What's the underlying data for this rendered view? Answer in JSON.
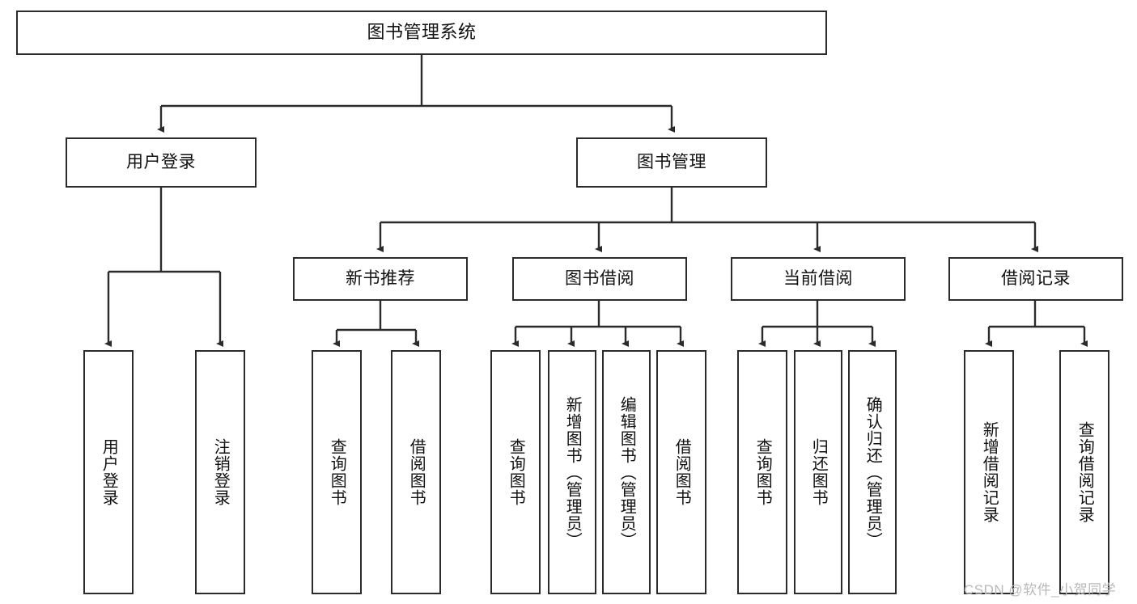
{
  "diagram": {
    "title": "图书管理系统",
    "type": "tree",
    "root": {
      "label": "图书管理系统"
    },
    "level1": [
      {
        "label": "用户登录"
      },
      {
        "label": "图书管理"
      }
    ],
    "level2": [
      {
        "label": "新书推荐"
      },
      {
        "label": "图书借阅"
      },
      {
        "label": "当前借阅"
      },
      {
        "label": "借阅记录"
      }
    ],
    "leaves": {
      "user_login": [
        {
          "label": "用户登录"
        },
        {
          "label": "注销登录"
        }
      ],
      "new_book_recommend": [
        {
          "label": "查询图书"
        },
        {
          "label": "借阅图书"
        }
      ],
      "book_borrow": [
        {
          "label": "查询图书"
        },
        {
          "label": "新增图书（管理员）"
        },
        {
          "label": "编辑图书（管理员）"
        },
        {
          "label": "借阅图书"
        }
      ],
      "current_borrow": [
        {
          "label": "查询图书"
        },
        {
          "label": "归还图书"
        },
        {
          "label": "确认归还（管理员）"
        }
      ],
      "borrow_record": [
        {
          "label": "新增借阅记录"
        },
        {
          "label": "查询借阅记录"
        }
      ]
    }
  },
  "watermark": {
    "text": "CSDN @软件_小贺同学"
  },
  "colors": {
    "stroke": "#2b2b2b",
    "background": "#ffffff",
    "text": "#111111",
    "watermark": "#b9b9b9"
  }
}
